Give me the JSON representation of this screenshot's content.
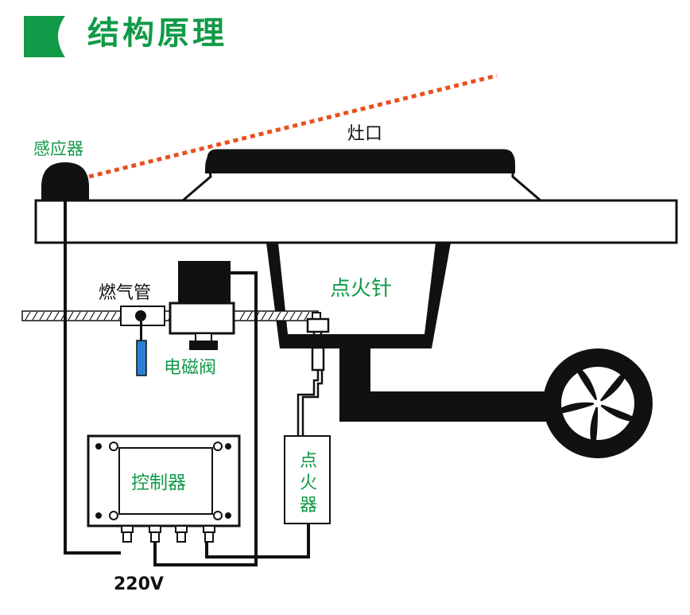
{
  "title": "结构原理",
  "labels": {
    "sensor": "感应器",
    "burner": "灶口",
    "igniter_needle": "点火针",
    "gas_pipe": "燃气管",
    "solenoid_valve": "电磁阀",
    "controller": "控制器",
    "igniter": "点火器",
    "voltage": "220V"
  },
  "colors": {
    "accent_green": "#119a47",
    "sensor_beam": "#e8501d",
    "valve_handle": "#2a7fd4",
    "outline": "#111111"
  },
  "icons": {
    "title_marker": "green-leaf-icon",
    "fan": "fan-icon"
  }
}
